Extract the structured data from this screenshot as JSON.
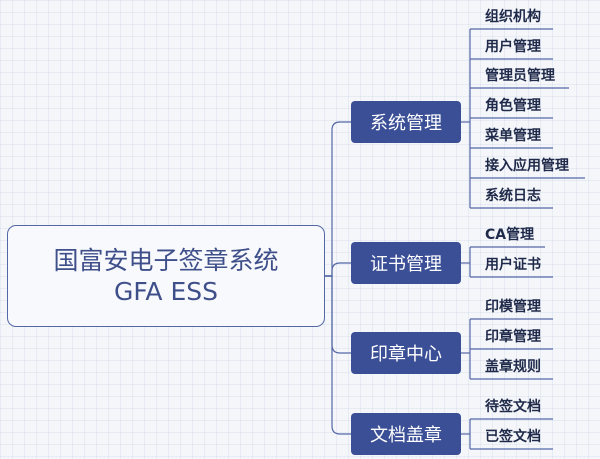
{
  "root": {
    "title_line1": "国富安电子签章系统",
    "title_line2": "GFA ESS"
  },
  "branches": [
    {
      "label": "系统管理",
      "children": [
        "组织机构",
        "用户管理",
        "管理员管理",
        "角色管理",
        "菜单管理",
        "接入应用管理",
        "系统日志"
      ]
    },
    {
      "label": "证书管理",
      "children": [
        "CA管理",
        "用户证书"
      ]
    },
    {
      "label": "印章中心",
      "children": [
        "印模管理",
        "印章管理",
        "盖章规则"
      ]
    },
    {
      "label": "文档盖章",
      "children": [
        "待签文档",
        "已签文档"
      ]
    }
  ],
  "colors": {
    "branch_fill": "#3b4f96",
    "connector": "#5468a6",
    "root_border": "#5468a6",
    "root_text": "#3f4f8a"
  }
}
